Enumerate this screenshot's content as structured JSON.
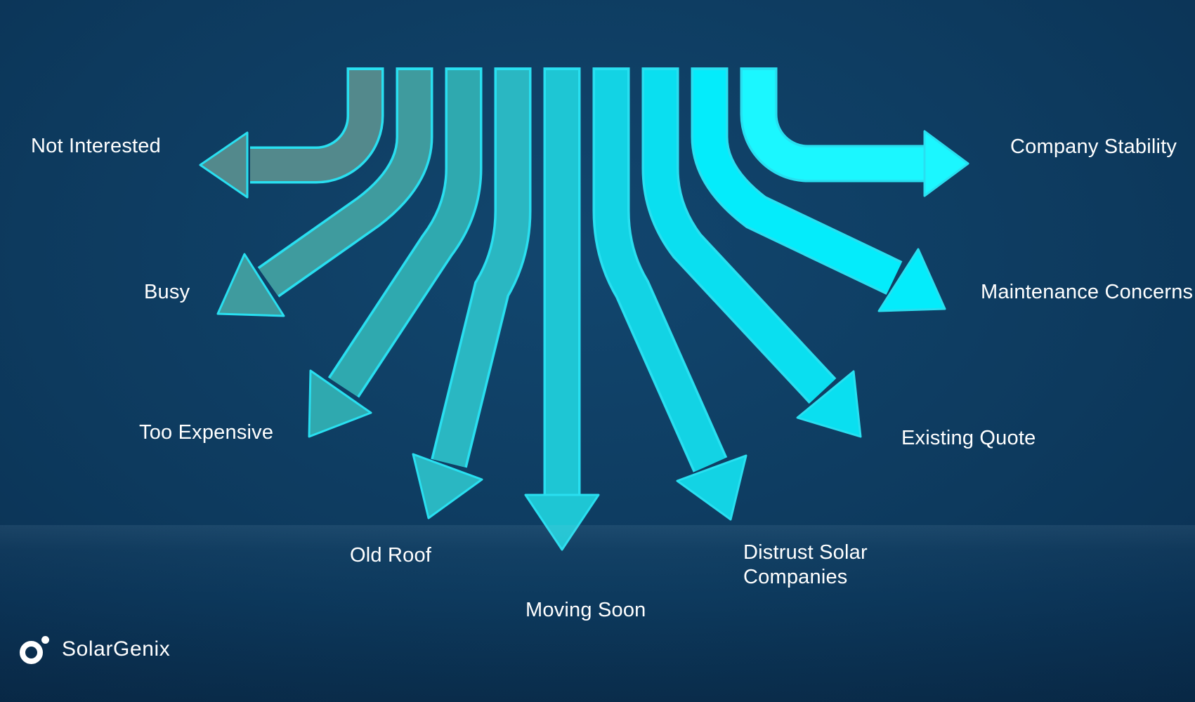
{
  "palette": {
    "background": "#0d3a5e",
    "background_center": "#12466e",
    "background_edge": "#092c4d",
    "outline": "#29dff0",
    "label": "#ffffff"
  },
  "brand": {
    "name": "SolarGenix",
    "logo_icon": "ring-with-dot-icon"
  },
  "diagram": {
    "description": "Nine arrows fan out from a row of bands at top center, one per customer objection",
    "arrows": [
      {
        "label": "Not Interested",
        "color": "#53898c",
        "direction": "left"
      },
      {
        "label": "Busy",
        "color": "#3f9b9e",
        "direction": "down-left-shallow"
      },
      {
        "label": "Too Expensive",
        "color": "#2fa9af",
        "direction": "down-left"
      },
      {
        "label": "Old Roof",
        "color": "#2ab7c2",
        "direction": "down-left-steep"
      },
      {
        "label": "Moving Soon",
        "color": "#1ec6d4",
        "direction": "down"
      },
      {
        "label": "Distrust Solar Companies",
        "color": "#13d3e4",
        "direction": "down-right-steep"
      },
      {
        "label": "Existing Quote",
        "color": "#0adff0",
        "direction": "down-right"
      },
      {
        "label": "Maintenance Concerns",
        "color": "#04ecfb",
        "direction": "down-right-shallow"
      },
      {
        "label": "Company Stability",
        "color": "#1bf7ff",
        "direction": "right"
      }
    ]
  }
}
